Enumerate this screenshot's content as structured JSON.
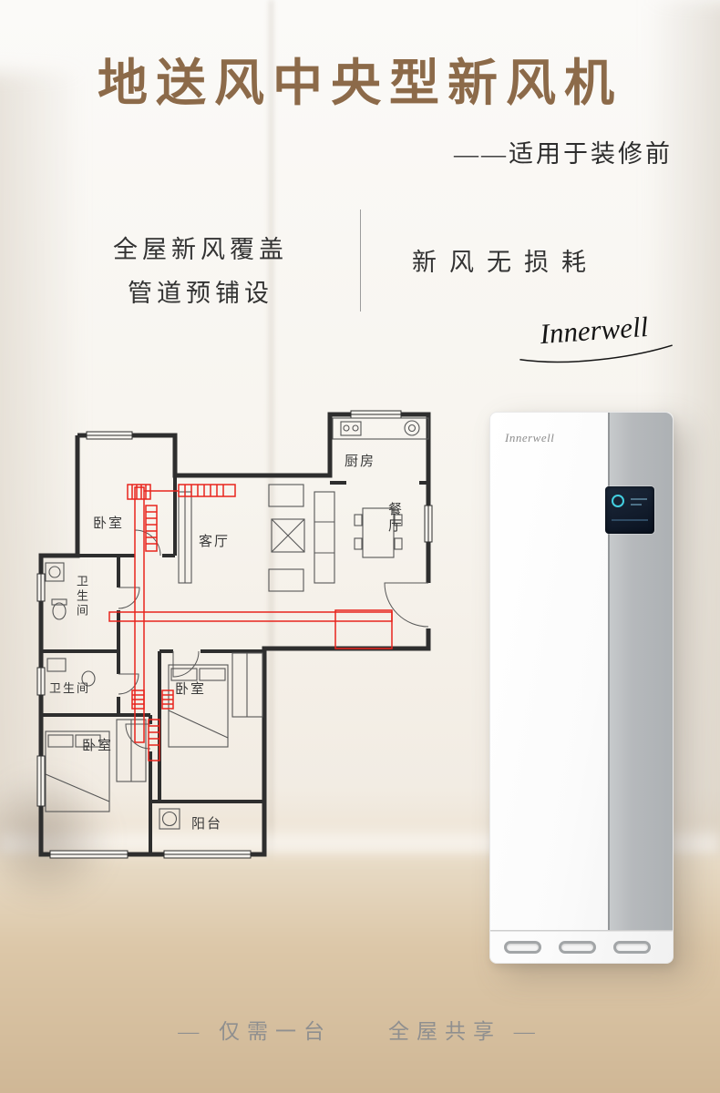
{
  "theme": {
    "title-color": "#8c6a49",
    "wall-color": "#2e2e2e",
    "duct-red": "#e8241d",
    "muted": "#8f8f8f"
  },
  "header": {
    "title": "地送风中央型新风机",
    "subtitle": "——适用于装修前"
  },
  "features": {
    "left_line1": "全屋新风覆盖",
    "left_line2": "管道预铺设",
    "right": "新风无损耗"
  },
  "brand": {
    "script": "Innerwell"
  },
  "floorplan": {
    "rooms": [
      {
        "label": "卧室"
      },
      {
        "label": "客厅"
      },
      {
        "label": "厨房"
      },
      {
        "label": "餐厅"
      },
      {
        "label": "卫生间"
      },
      {
        "label": "卫生间"
      },
      {
        "label": "卧室"
      },
      {
        "label": "卧室"
      },
      {
        "label": "阳台"
      }
    ]
  },
  "product": {
    "logo": "Innerwell"
  },
  "footer": {
    "tagline": "— 仅需一台　　全屋共享 —"
  }
}
